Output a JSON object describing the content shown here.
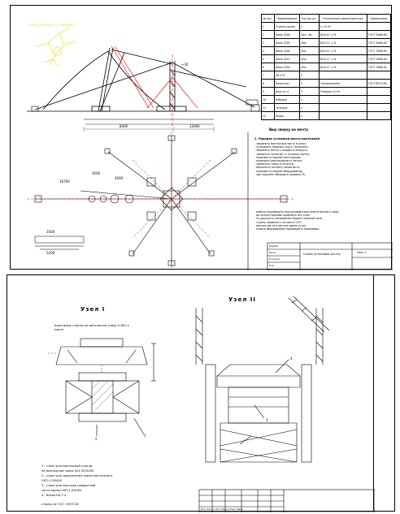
{
  "sheet1": {
    "yellow_note": "Схема установки ст. монтажа",
    "view_title": "Вид сверху на мачту",
    "dim_labels": [
      "8400",
      "12000",
      "16700",
      "3500",
      "4000",
      "3500",
      "5200"
    ],
    "elev_label": "+30",
    "spec_table": {
      "headers": [
        "№ поз.",
        "Наименование",
        "Кол-во шт.",
        "Техническая характеристика",
        "Примечание"
      ],
      "rows": [
        [
          "1",
          "Стрела ушная",
          "1",
          "L=13,5т",
          ""
        ],
        [
          "2",
          "Канат Ø28",
          "3шт, 4м",
          "Ø24,5-Г-1-Н",
          "ГОСТ 2688-80"
        ],
        [
          "3",
          "Канат Ø28",
          "40м",
          "Ø24,5-Г-1-Н",
          "ГОСТ 2688-80"
        ],
        [
          "4",
          "Канат Ø28",
          "32м",
          "Ø24,5-Г-1-Н",
          "ГОСТ 7668-80"
        ],
        [
          "5",
          "Канат Ø12",
          "32м",
          "Ø24,5-Г-1-Н",
          "ГОСТ 7668-80"
        ],
        [
          "6",
          "Канат Ø28",
          "20м",
          "Ø24,5-Г-1-Н",
          "ГОСТ 7668-80"
        ],
        [
          "7",
          "ЭЛ-5-9",
          "3",
          "",
          ""
        ],
        [
          "8",
          "Полиспаст",
          "3",
          "Грузоподъемн.",
          "ГОСТ 8379-80"
        ],
        [
          "9",
          "Блок Q=4",
          "3",
          "Тележка Q=9т",
          ""
        ],
        [
          "10",
          "Лебедка",
          "1",
          "",
          ""
        ],
        [
          "11",
          "Тележка",
          "1",
          "",
          ""
        ],
        [
          "12",
          "Якорь",
          "1",
          "",
          ""
        ]
      ]
    },
    "notes_title": "1. Порядок установки мачты монтажной",
    "notes": [
      "- закрепить монтажную мачту в узлах;",
      "- установить опорную плиту, закрепить;",
      "- закрепить ванты к якорям и натянуть;",
      "- закрепить полиспаст к оголовку мачты;",
      "- произвести подъём конструкции;",
      "- проверить вертикальность мачты;",
      "- закрепить тросы и оттяжки;",
      "- выполнить натяжку полиспаста;",
      "- произвести подъём оборудования;",
      "- при подъеме соблюдать правила ТБ."
    ],
    "notes2": [
      "- работы производить под руководством ответственного лица;",
      "- до начала подъема проверить все узлы;",
      "- не допускать нахождения людей в опасной зоне;",
      "- стропы применять согласно ГОСТ;",
      "- монтаж вести в светлое время суток;",
      "- осмотр оборудования производить ежедневно."
    ],
    "stamp_labels": [
      "Разраб.",
      "Пров.",
      "Н.контр.",
      "Утв."
    ],
    "stamp_title": "Схема установки мачты",
    "stamp_sub": "Лист 1"
  },
  "sheet2": {
    "node1_title": "Узел I",
    "node2_title": "Узел II",
    "caption_center": "Крепление стрелы на монтажном знаке О,850 к мачте",
    "legend": [
      "1 - строп для монтажной стрелы",
      "на монтажном знаке 001-ЗП/2000",
      "2 - строп для закрепления замка монтажного",
      "СКП-1,0/3000",
      "3 - строп для монтажа поворотной",
      "части крана СКП-2,0/4000",
      "4 - блоки БК-7-4"
    ],
    "standard_note": "стропы по ГОСТ 25573-82",
    "marks": [
      "1",
      "2",
      "3",
      "4"
    ],
    "stamp_footer": "Изм. Кол.уч Лист №док Подп. Дата"
  }
}
